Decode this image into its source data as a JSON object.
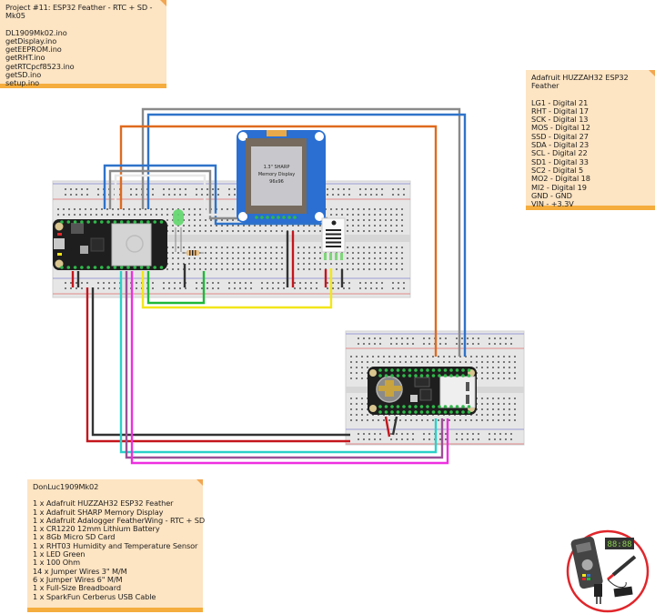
{
  "project_note": {
    "title": "Project #11: ESP32 Feather - RTC + SD - Mk05",
    "files": [
      "DL1909Mk02.ino",
      "getDisplay.ino",
      "getEEPROM.ino",
      "getRHT.ino",
      "getRTCpcf8523.ino",
      "getSD.ino",
      "setup.ino"
    ]
  },
  "pin_note": {
    "title": "Adafruit HUZZAH32 ESP32 Feather",
    "pins": [
      "LG1 - Digital 21",
      "RHT - Digital 17",
      "SCK - Digital 13",
      "MOS - Digital 12",
      "SSD - Digital 27",
      "SDA - Digital 23",
      "SCL - Digital 22",
      "SD1 - Digital 33",
      "SC2 - Digital 5",
      "MO2 - Digital 18",
      "MI2 - Digital 19",
      "GND - GND",
      "VIN - +3.3V"
    ]
  },
  "bom_note": {
    "title": "DonLuc1909Mk02",
    "items": [
      "1 x Adafruit HUZZAH32 ESP32 Feather",
      "1 x Adafruit SHARP Memory Display",
      "1 x Adafruit Adalogger FeatherWing - RTC + SD",
      "1 x CR1220 12mm Lithium Battery",
      "1 x 8Gb Micro SD Card",
      "1 x RHT03 Humidity and Temperature Sensor",
      "1 x LED Green",
      "1 x 100 Ohm",
      "14 x Jumper Wires 3\" M/M",
      "6 x Jumper Wires 6\" M/M",
      "1 x Full-Size Breadboard",
      "1 x SparkFun Cerberus USB Cable"
    ]
  },
  "display": {
    "line1": "1.3\" SHARP",
    "line2": "Memory Display",
    "line3": "96x96"
  },
  "logo": {
    "clock_text": "88:88"
  },
  "colors": {
    "note_bg": "#fde4c2",
    "note_bar": "#f5ad3e",
    "wire_blue": "#2f73c9",
    "wire_gray": "#8a8a8a",
    "wire_orange": "#df6a1e",
    "wire_red": "#c4161c",
    "wire_black": "#333333",
    "wire_cyan": "#2ad1c9",
    "wire_purple": "#9b4f96",
    "wire_magenta": "#ee2fe0",
    "wire_yellow": "#f2e61a",
    "wire_green": "#1fb83a"
  }
}
